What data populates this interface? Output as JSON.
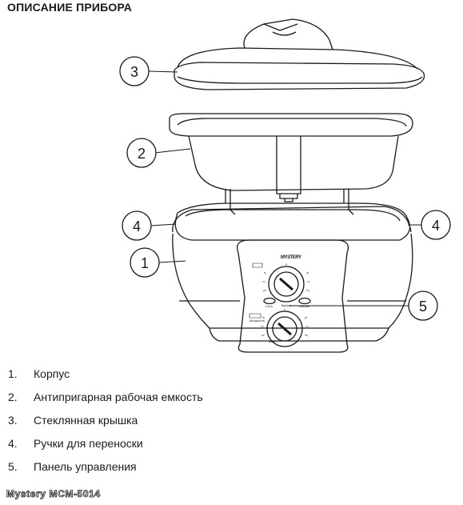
{
  "heading": "ОПИСАНИЕ ПРИБОРА",
  "callouts": [
    "3",
    "2",
    "4",
    "4",
    "1",
    "5"
  ],
  "device": {
    "brand": "MYSTERY",
    "panel_upper_knob": "Время",
    "panel_left_indicator": "Сеть",
    "panel_right_indicator": "Нагрев",
    "panel_lower_knob_label": "Мощность",
    "panel_lower_knob_min": "Выкл"
  },
  "parts": [
    {
      "num": "1.",
      "label": "Корпус"
    },
    {
      "num": "2.",
      "label": "Антипригарная рабочая емкость"
    },
    {
      "num": "3.",
      "label": "Стеклянная крышка"
    },
    {
      "num": "4.",
      "label": "Ручки для переноски"
    },
    {
      "num": "5.",
      "label": "Панель управления"
    }
  ],
  "footer": "Mystery MCM-5014"
}
